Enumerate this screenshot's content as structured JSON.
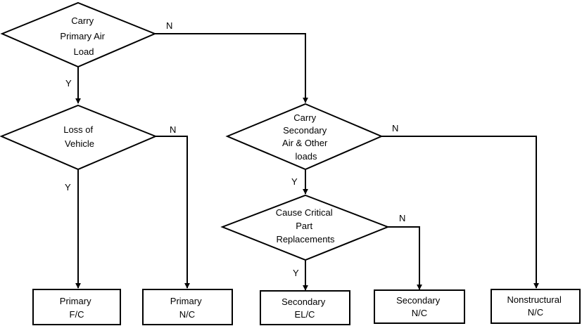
{
  "colors": {
    "stroke": "#000000",
    "background": "#ffffff",
    "text": "#000000"
  },
  "flowchart": {
    "decisions": {
      "carry_primary": [
        "Carry",
        "Primary Air",
        "Load"
      ],
      "loss_of_vehicle": [
        "Loss of",
        "Vehicle"
      ],
      "carry_secondary": [
        "Carry",
        "Secondary",
        "Air & Other",
        "loads"
      ],
      "critical_part": [
        "Cause  Critical",
        "Part",
        "Replacements"
      ]
    },
    "outcomes": {
      "primary_fc": [
        "Primary",
        "F/C"
      ],
      "primary_nc": [
        "Primary",
        "N/C"
      ],
      "secondary_elc": [
        "Secondary",
        "EL/C"
      ],
      "secondary_nc": [
        "Secondary",
        "N/C"
      ],
      "nonstructural_nc": [
        "Nonstructural",
        "N/C"
      ]
    },
    "edge_labels": {
      "yes": "Y",
      "no": "N"
    }
  }
}
